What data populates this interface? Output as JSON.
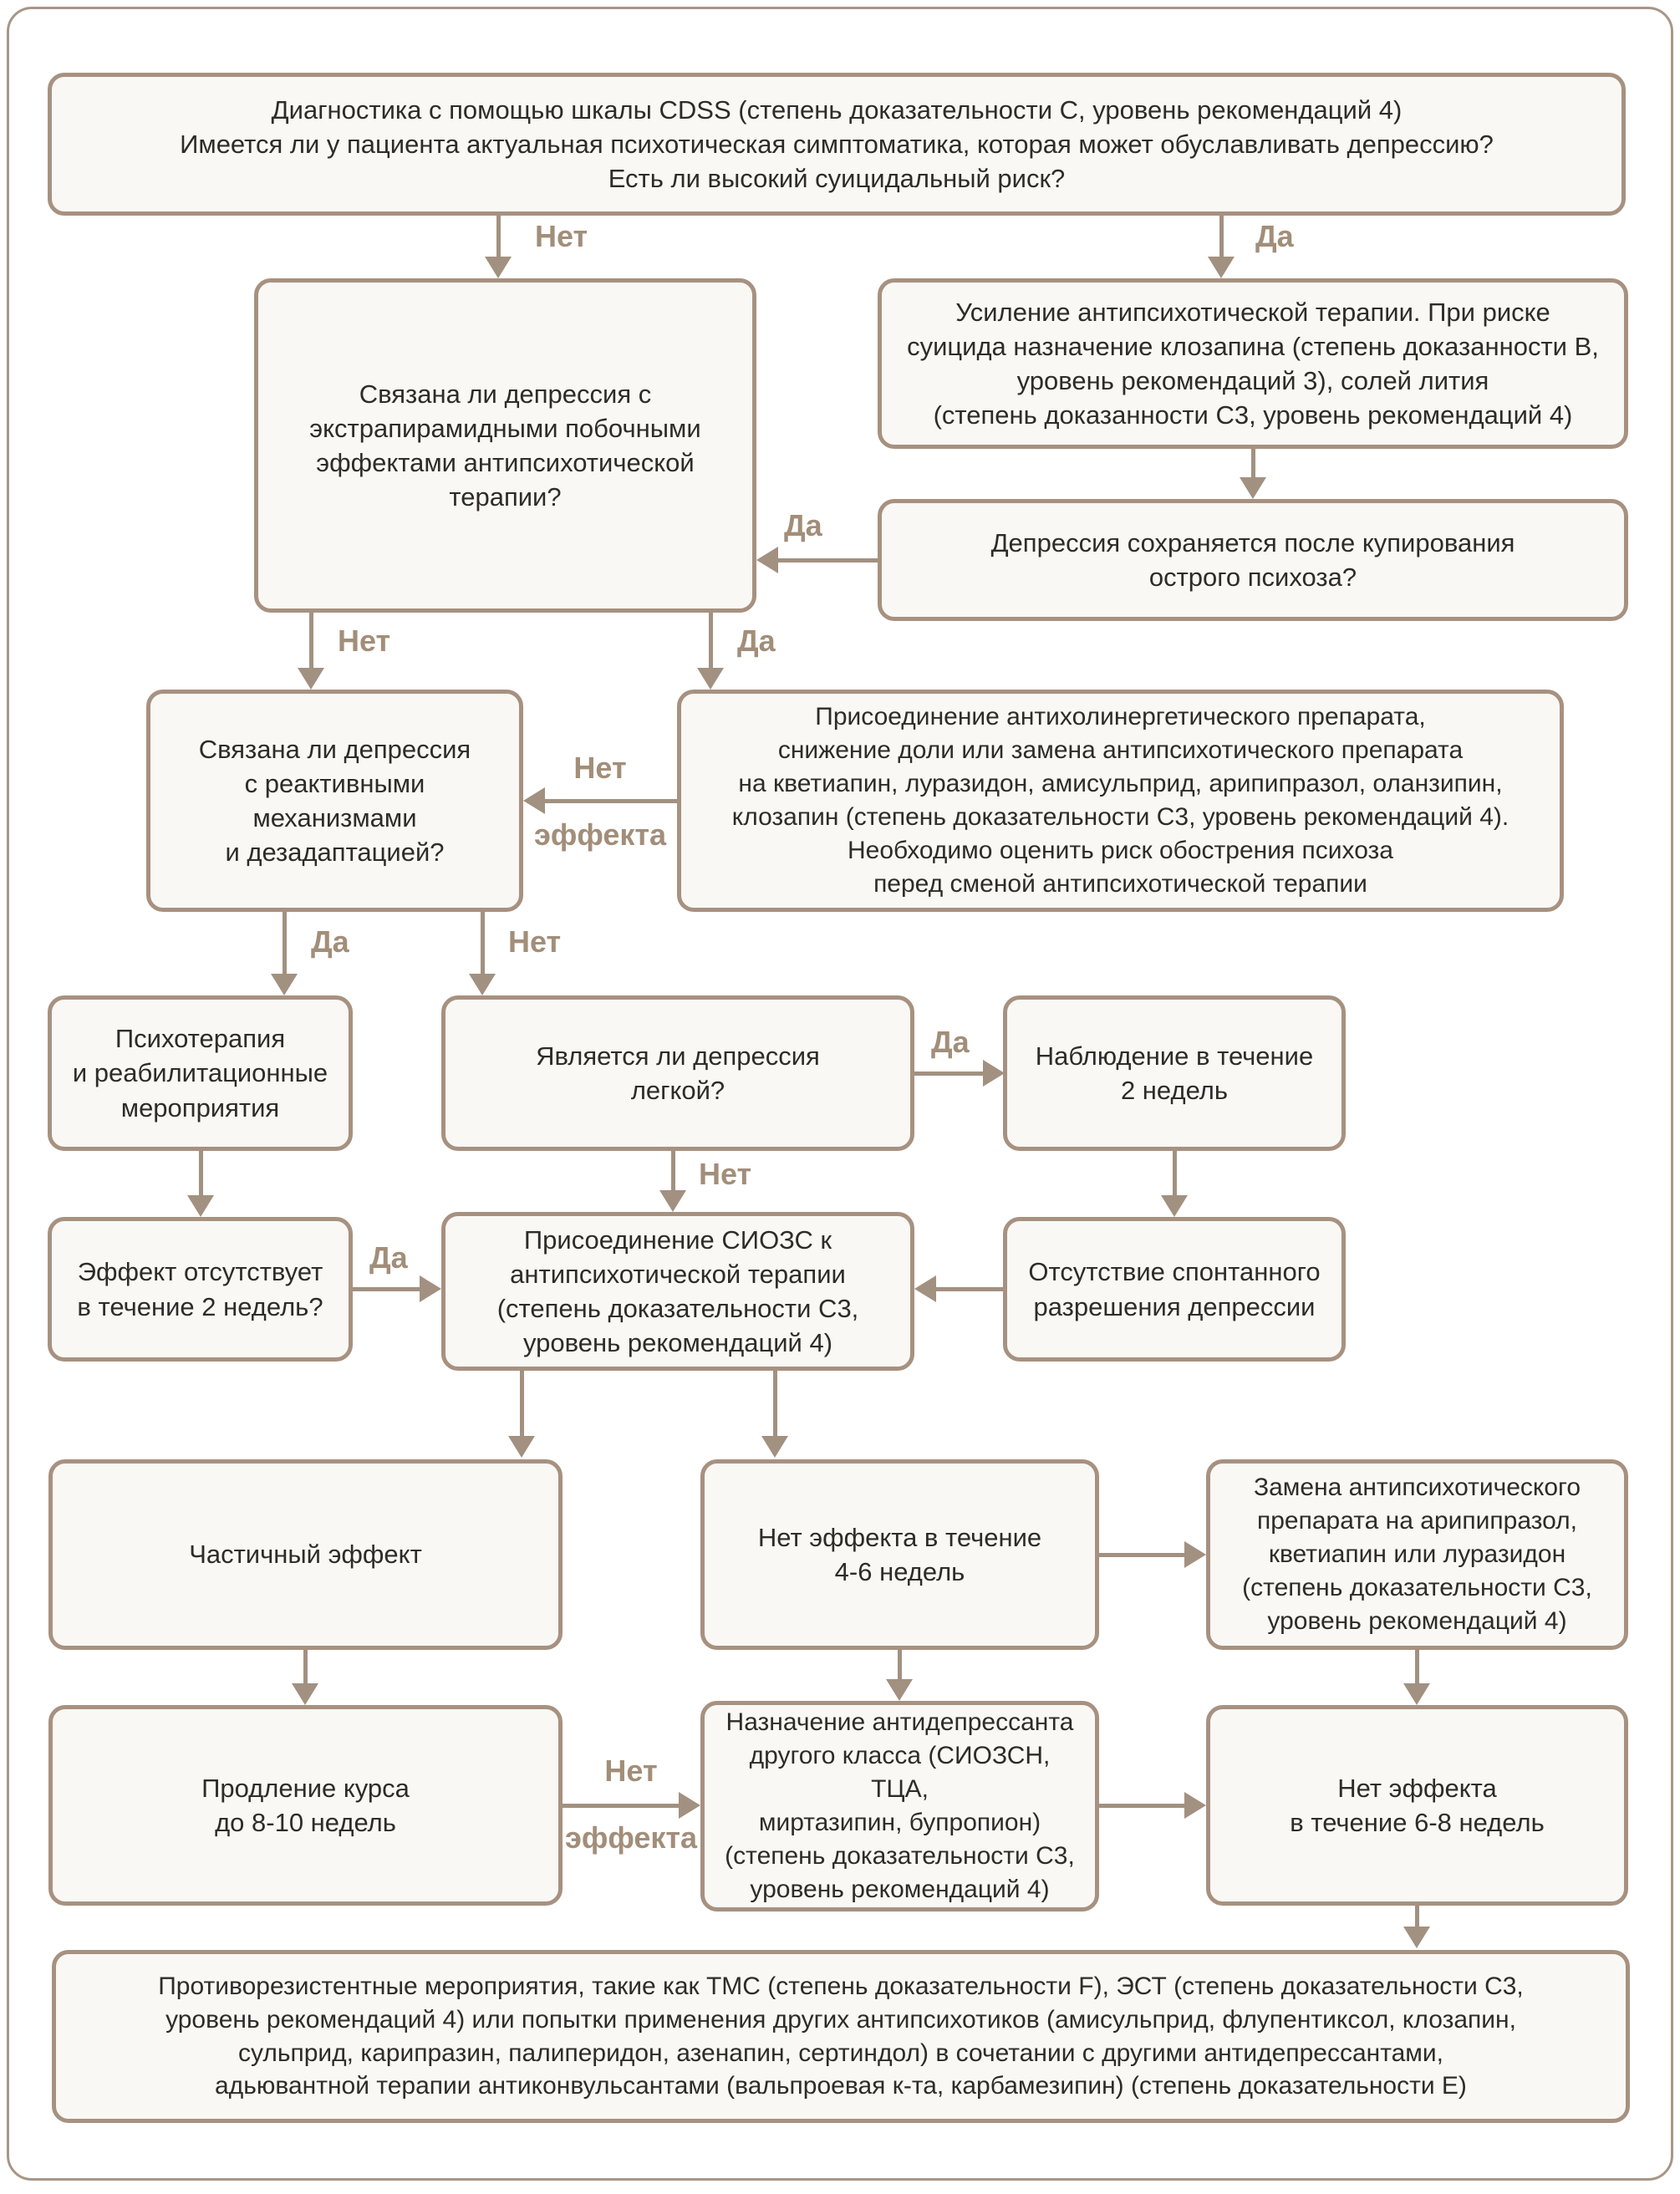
{
  "colors": {
    "box_fill": "#faf8f5",
    "box_border": "#a79180",
    "arrow": "#a29180",
    "edge_label": "#a28e79",
    "text": "#2e2b28",
    "frame_border": "#a89686",
    "background": "#ffffff"
  },
  "labels": {
    "yes": "Да",
    "no": "Нет",
    "effect": "эффекта"
  },
  "nodes": {
    "cdss": {
      "text": "Диагностика с помощью шкалы CDSS (степень доказательности С, уровень рекомендаций 4)\nИмеется ли у пациента актуальная психотическая симптоматика, которая может обуславливать депрессию?\nЕсть ли высокий суицидальный риск?"
    },
    "eps": {
      "text": "Связана ли депрессия с\nэкстрапирамидными побочными\nэффектами антипсихотической\nтерапии?"
    },
    "augment": {
      "text": "Усиление антипсихотической терапии. При риске\nсуицида назначение клозапина (степень доказанности В,\nуровень рекомендаций 3), солей лития\n(степень доказанности С3, уровень рекомендаций 4)"
    },
    "persist": {
      "text": "Депрессия сохраняется после купирования\nострого психоза?"
    },
    "reactive": {
      "text": "Связана ли депрессия\nс реактивными\nмеханизмами\nи дезадаптацией?"
    },
    "anticholinergic": {
      "text": "Присоединение антихолинергетического препарата,\nснижение доли или замена антипсихотического препарата\nна кветиапин, луразидон, амисульприд, арипипразол, оланзипин,\nклозапин (степень доказательности С3, уровень рекомендаций 4).\nНеобходимо оценить риск обострения психоза\nперед сменой антипсихотической терапии"
    },
    "psychotherapy": {
      "text": "Психотерапия\nи реабилитационные\nмероприятия"
    },
    "mild": {
      "text": "Является ли депрессия\nлегкой?"
    },
    "observe": {
      "text": "Наблюдение в течение\n2 недель"
    },
    "no_effect_2w": {
      "text": "Эффект отсутствует\nв течение 2 недель?"
    },
    "add_ssri": {
      "text": "Присоединение СИОЗС к\nантипсихотической терапии\n(степень доказательности С3,\nуровень рекомендаций 4)"
    },
    "no_spontaneous": {
      "text": "Отсутствие спонтанного\nразрешения депрессии"
    },
    "partial_effect": {
      "text": "Частичный эффект"
    },
    "no_effect_4_6w": {
      "text": "Нет эффекта в течение\n4-6 недель"
    },
    "switch_antipsychotic": {
      "text": "Замена антипсихотического\nпрепарата на арипипразол,\nкветиапин или луразидон\n(степень доказательности С3,\nуровень рекомендаций 4)"
    },
    "extend_course": {
      "text": "Продление курса\nдо 8-10 недель"
    },
    "other_class_ad": {
      "text": "Назначение антидепрессанта\nдругого класса (СИОЗСН, ТЦА,\nмиртазипин, бупропион)\n(степень доказательности С3,\nуровень рекомендаций 4)"
    },
    "no_effect_6_8w": {
      "text": "Нет эффекта\nв течение 6-8 недель"
    },
    "resistant_measures": {
      "text": "Противорезистентные мероприятия, такие как ТМС (степень доказательности F), ЭСТ (степень доказательности С3,\nуровень рекомендаций 4) или попытки применения других антипсихотиков (амисульприд, флупентиксол, клозапин,\nсульприд, карипразин, палиперидон, азенапин, сертиндол) в сочетании с другими антидепрессантами,\nадьювантной терапии антиконвульсантами (вальпроевая к-та, карбамезипин) (степень доказательности Е)"
    }
  },
  "edges": [
    {
      "from": "cdss",
      "to": "eps",
      "label": "Нет"
    },
    {
      "from": "cdss",
      "to": "augment",
      "label": "Да"
    },
    {
      "from": "augment",
      "to": "persist",
      "label": ""
    },
    {
      "from": "persist",
      "to": "eps",
      "label": "Да"
    },
    {
      "from": "eps",
      "to": "reactive",
      "label": "Нет"
    },
    {
      "from": "eps",
      "to": "anticholinergic",
      "label": "Да"
    },
    {
      "from": "anticholinergic",
      "to": "reactive",
      "label": "Нет эффекта"
    },
    {
      "from": "reactive",
      "to": "psychotherapy",
      "label": "Да"
    },
    {
      "from": "reactive",
      "to": "mild",
      "label": "Нет"
    },
    {
      "from": "mild",
      "to": "observe",
      "label": "Да"
    },
    {
      "from": "mild",
      "to": "add_ssri",
      "label": "Нет"
    },
    {
      "from": "psychotherapy",
      "to": "no_effect_2w",
      "label": ""
    },
    {
      "from": "no_effect_2w",
      "to": "add_ssri",
      "label": "Да"
    },
    {
      "from": "observe",
      "to": "no_spontaneous",
      "label": ""
    },
    {
      "from": "no_spontaneous",
      "to": "add_ssri",
      "label": ""
    },
    {
      "from": "add_ssri",
      "to": "partial_effect",
      "label": ""
    },
    {
      "from": "add_ssri",
      "to": "no_effect_4_6w",
      "label": ""
    },
    {
      "from": "no_effect_4_6w",
      "to": "switch_antipsychotic",
      "label": ""
    },
    {
      "from": "partial_effect",
      "to": "extend_course",
      "label": ""
    },
    {
      "from": "no_effect_4_6w",
      "to": "other_class_ad",
      "label": ""
    },
    {
      "from": "switch_antipsychotic",
      "to": "no_effect_6_8w",
      "label": ""
    },
    {
      "from": "extend_course",
      "to": "other_class_ad",
      "label": "Нет эффекта"
    },
    {
      "from": "other_class_ad",
      "to": "no_effect_6_8w",
      "label": ""
    },
    {
      "from": "no_effect_6_8w",
      "to": "resistant_measures",
      "label": ""
    }
  ]
}
